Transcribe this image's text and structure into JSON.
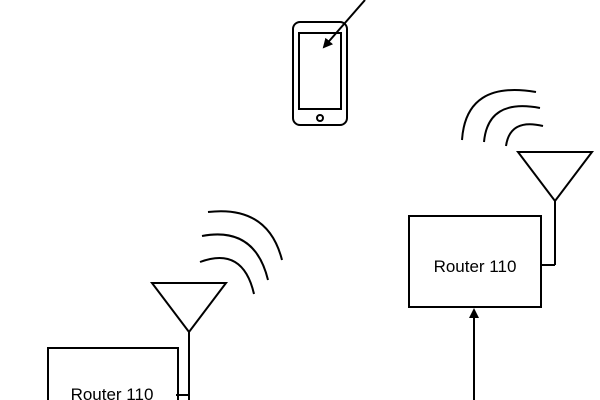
{
  "routers": [
    {
      "label": "Router 110"
    },
    {
      "label": "Router 110"
    }
  ],
  "devices": [
    {
      "type": "smartphone",
      "icon": "smartphone-icon"
    }
  ]
}
